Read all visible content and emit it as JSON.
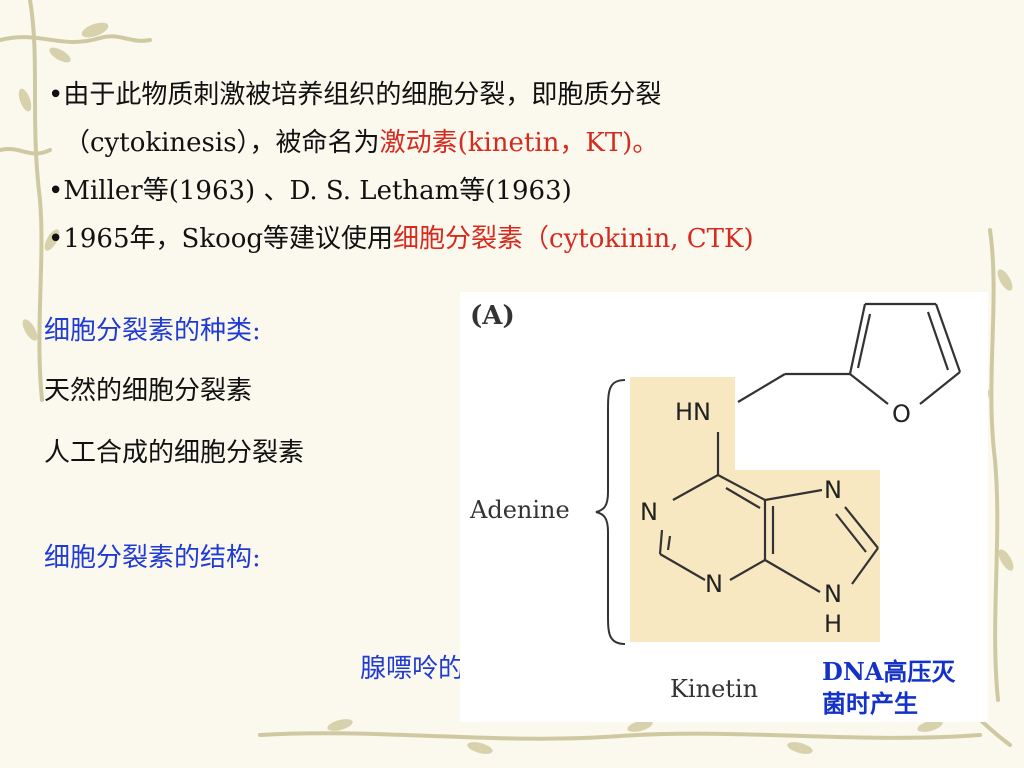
{
  "slide": {
    "bullets": [
      {
        "line1": "•由于此物质刺激被培养组织的细胞分裂，即胞质分裂",
        "line2_black": "（cytokinesis），被命名为",
        "line2_red": "激动素(kinetin，KT)。"
      },
      {
        "text": "•Miller等(1963) 、D. S. Letham等(1963)"
      },
      {
        "black": "•1965年，Skoog等建议使用",
        "red": "细胞分裂素（cytokinin, CTK)"
      }
    ],
    "types_heading": "细胞分裂素的种类:",
    "type_natural": "天然的细胞分裂素",
    "type_synthetic": "人工合成的细胞分裂素",
    "structure_heading": "细胞分裂素的结构:",
    "derivative_caption": "腺嘌呤的衍生物",
    "dna_note": "DNA高压灭菌时产生"
  },
  "figure": {
    "panel_label": "(A)",
    "adenine_label": "Adenine",
    "kinetin_label": "Kinetin",
    "atoms": {
      "hn": "HN",
      "o": "O",
      "n": "N",
      "nh_h": "H"
    }
  },
  "colors": {
    "red": "#d62a1f",
    "blue": "#1f3bd4",
    "highlight": "#f8e8c2",
    "vine": "#c8c49a"
  }
}
